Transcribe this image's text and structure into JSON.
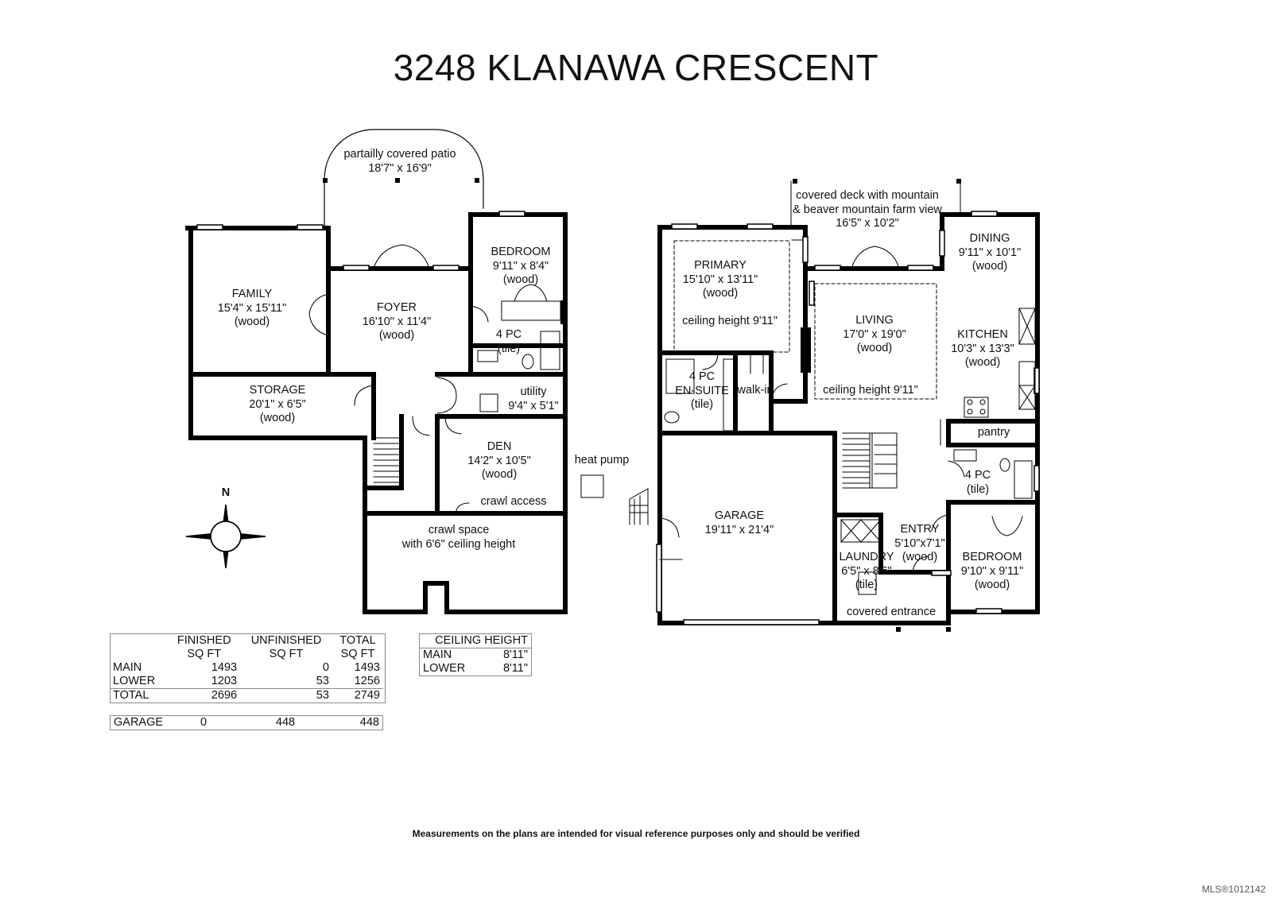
{
  "title": "3248 KLANAWA CRESCENT",
  "compass": {
    "label": "N"
  },
  "lower_floor": {
    "patio": {
      "name": "partailly covered patio",
      "dims": "18'7\" x 16'9\""
    },
    "family": {
      "name": "FAMILY",
      "dims": "15'4\" x 15'11\"",
      "floor": "(wood)"
    },
    "foyer": {
      "name": "FOYER",
      "dims": "16'10\" x 11'4\"",
      "floor": "(wood)"
    },
    "bedroom": {
      "name": "BEDROOM",
      "dims": "9'11\" x 8'4\"",
      "floor": "(wood)"
    },
    "bath": {
      "name": "4 PC",
      "floor": "(tile)"
    },
    "storage": {
      "name": "STORAGE",
      "dims": "20'1\" x 6'5\"",
      "floor": "(wood)"
    },
    "utility": {
      "name": "utility",
      "dims": "9'4\" x 5'1\""
    },
    "den": {
      "name": "DEN",
      "dims": "14'2\" x 10'5\"",
      "floor": "(wood)"
    },
    "crawl_access": "crawl access",
    "crawl_space": {
      "line1": "crawl space",
      "line2": "with 6'6\" ceiling height"
    },
    "heat_pump": "heat pump"
  },
  "main_floor": {
    "deck": {
      "line1": "covered deck with mountain",
      "line2": "& beaver mountain farm view",
      "dims": "16'5\" x 10'2\""
    },
    "primary": {
      "name": "PRIMARY",
      "dims": "15'10\" x 13'11\"",
      "floor": "(wood)",
      "ceiling": "ceiling height 9'11\""
    },
    "dining": {
      "name": "DINING",
      "dims": "9'11\" x 10'1\"",
      "floor": "(wood)"
    },
    "living": {
      "name": "LIVING",
      "dims": "17'0\" x 19'0\"",
      "floor": "(wood)",
      "ceiling": "ceiling height 9'11\""
    },
    "kitchen": {
      "name": "KITCHEN",
      "dims": "10'3\" x 13'3\"",
      "floor": "(wood)"
    },
    "ensuite": {
      "name1": "4 PC",
      "name2": "EN-SUITE",
      "floor": "(tile)"
    },
    "walkin": "walk-in",
    "pantry": "pantry",
    "bath": {
      "name": "4 PC",
      "floor": "(tile)"
    },
    "garage": {
      "name": "GARAGE",
      "dims": "19'11\" x 21'4\""
    },
    "entry": {
      "name": "ENTRY",
      "dims": "5'10\"x7'1\"",
      "floor": "(wood)"
    },
    "laundry": {
      "name": "LAUNDRY",
      "dims": "6'5\" x 8'6\"",
      "floor": "(tile)"
    },
    "bedroom": {
      "name": "BEDROOM",
      "dims": "9'10\" x 9'11\"",
      "floor": "(wood)"
    },
    "covered_entrance": "covered entrance"
  },
  "area_table": {
    "headers": [
      [
        "",
        "FINISHED",
        "UNFINISHED",
        "TOTAL"
      ],
      [
        "",
        "SQ FT",
        "SQ FT",
        "SQ FT"
      ]
    ],
    "rows": [
      [
        "MAIN",
        "1493",
        "0",
        "1493"
      ],
      [
        "LOWER",
        "1203",
        "53",
        "1256"
      ],
      [
        "TOTAL",
        "2696",
        "53",
        "2749"
      ]
    ],
    "garage_row": [
      "GARAGE",
      "0",
      "448",
      "448"
    ]
  },
  "ceiling_table": {
    "header": "CEILING HEIGHT",
    "rows": [
      [
        "MAIN",
        "8'11\""
      ],
      [
        "LOWER",
        "8'11\""
      ]
    ]
  },
  "footer": "Measurements on the plans are intended for visual reference purposes only and should be verified",
  "mls": "MLS®1012142"
}
